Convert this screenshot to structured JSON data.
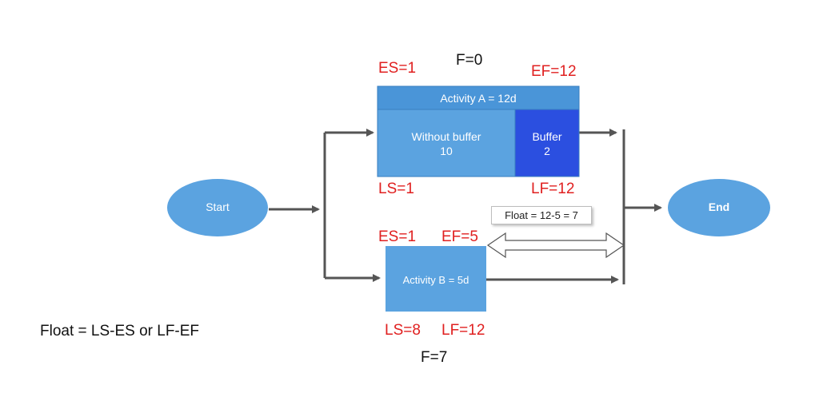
{
  "nodes": {
    "start": "Start",
    "end": "End",
    "activity_a_title": "Activity A = 12d",
    "without_buffer_label": "Without buffer",
    "without_buffer_value": "10",
    "buffer_label": "Buffer",
    "buffer_value": "2",
    "activity_b": "Activity B = 5d"
  },
  "activity_a": {
    "es": "ES=1",
    "ef": "EF=12",
    "ls": "LS=1",
    "lf": "LF=12",
    "float": "F=0"
  },
  "activity_b": {
    "es": "ES=1",
    "ef": "EF=5",
    "ls": "LS=8",
    "lf": "LF=12",
    "float": "F=7"
  },
  "float_callout": "Float = 12-5 = 7",
  "formula": "Float = LS-ES or LF-EF",
  "colors": {
    "node_blue": "#5ba3e0",
    "header_blue": "#4a95d8",
    "buffer_blue": "#2b4fe0",
    "label_red": "#e02020",
    "arrow_gray": "#555555"
  }
}
